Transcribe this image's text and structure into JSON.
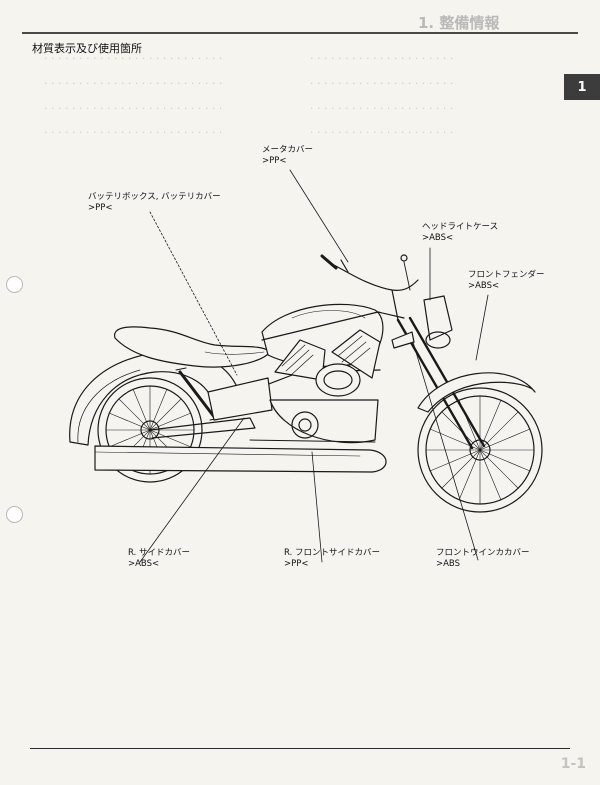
{
  "header": {
    "title": "1. 整備情報",
    "tab": "1"
  },
  "page_title": "材質表示及び使用箇所",
  "labels": {
    "meter_cover": {
      "name": "メータカバー",
      "material": ">PP<"
    },
    "battery_box": {
      "name": "バッテリボックス, バッテリカバー",
      "material": ">PP<"
    },
    "headlight_case": {
      "name": "ヘッドライトケース",
      "material": ">ABS<"
    },
    "front_fender": {
      "name": "フロントフェンダー",
      "material": ">ABS<"
    },
    "r_side_cover": {
      "name": "R. サイドカバー",
      "material": ">ABS<"
    },
    "r_front_side_cover": {
      "name": "R. フロントサイドカバー",
      "material": ">PP<"
    },
    "front_winker_cover": {
      "name": "フロントウインカカバー",
      "material": ">ABS"
    }
  },
  "footer": {
    "page_number": "1-1"
  },
  "colors": {
    "ink": "#1a1a1a",
    "tab": "#3c3c3c",
    "paper": "#f6f4ef"
  }
}
